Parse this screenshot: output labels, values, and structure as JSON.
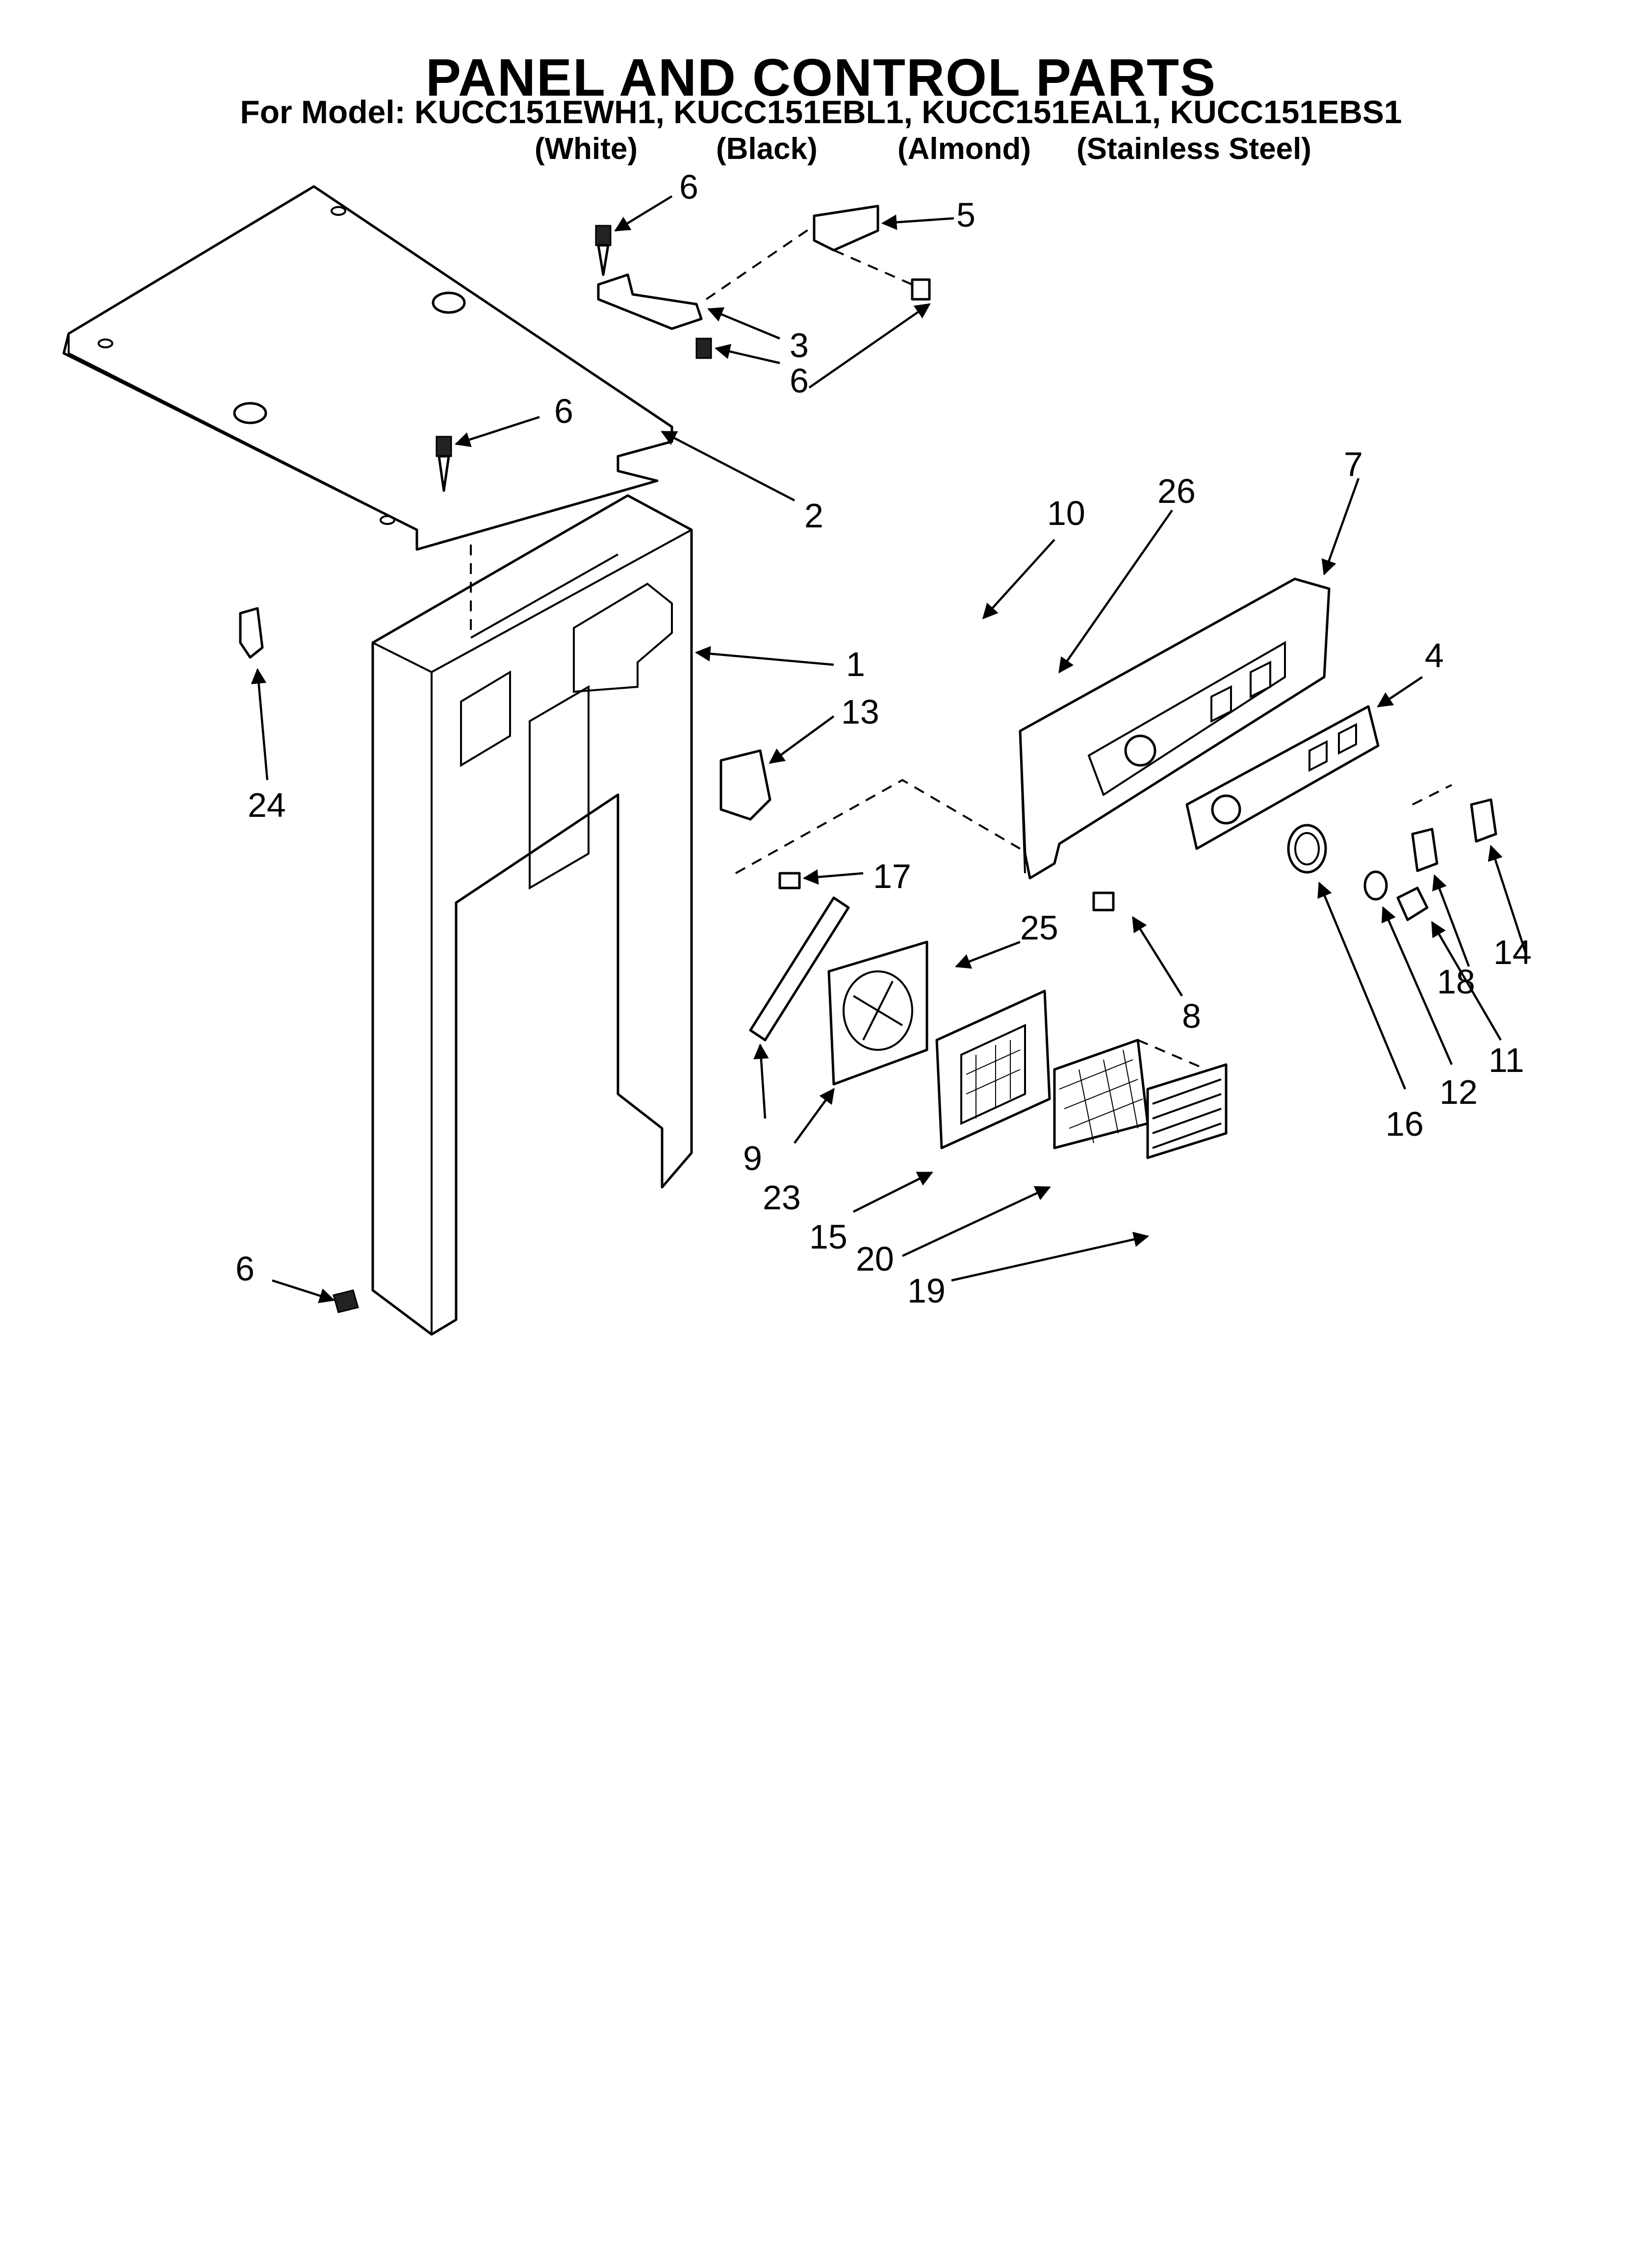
{
  "header": {
    "title": "PANEL AND CONTROL PARTS",
    "models": "For Model: KUCC151EWH1, KUCC151EBL1, KUCC151EAL1, KUCC151EBS1",
    "variants": [
      "(White)",
      "(Black)",
      "(Almond)",
      "(Stainless Steel)"
    ]
  },
  "callouts": [
    "6",
    "5",
    "3",
    "6",
    "6",
    "2",
    "1",
    "13",
    "24",
    "10",
    "26",
    "7",
    "4",
    "17",
    "25",
    "8",
    "9",
    "23",
    "15",
    "20",
    "19",
    "16",
    "12",
    "11",
    "18",
    "14",
    "6"
  ],
  "colors": {
    "ink": "#000000",
    "paper": "#ffffff"
  }
}
